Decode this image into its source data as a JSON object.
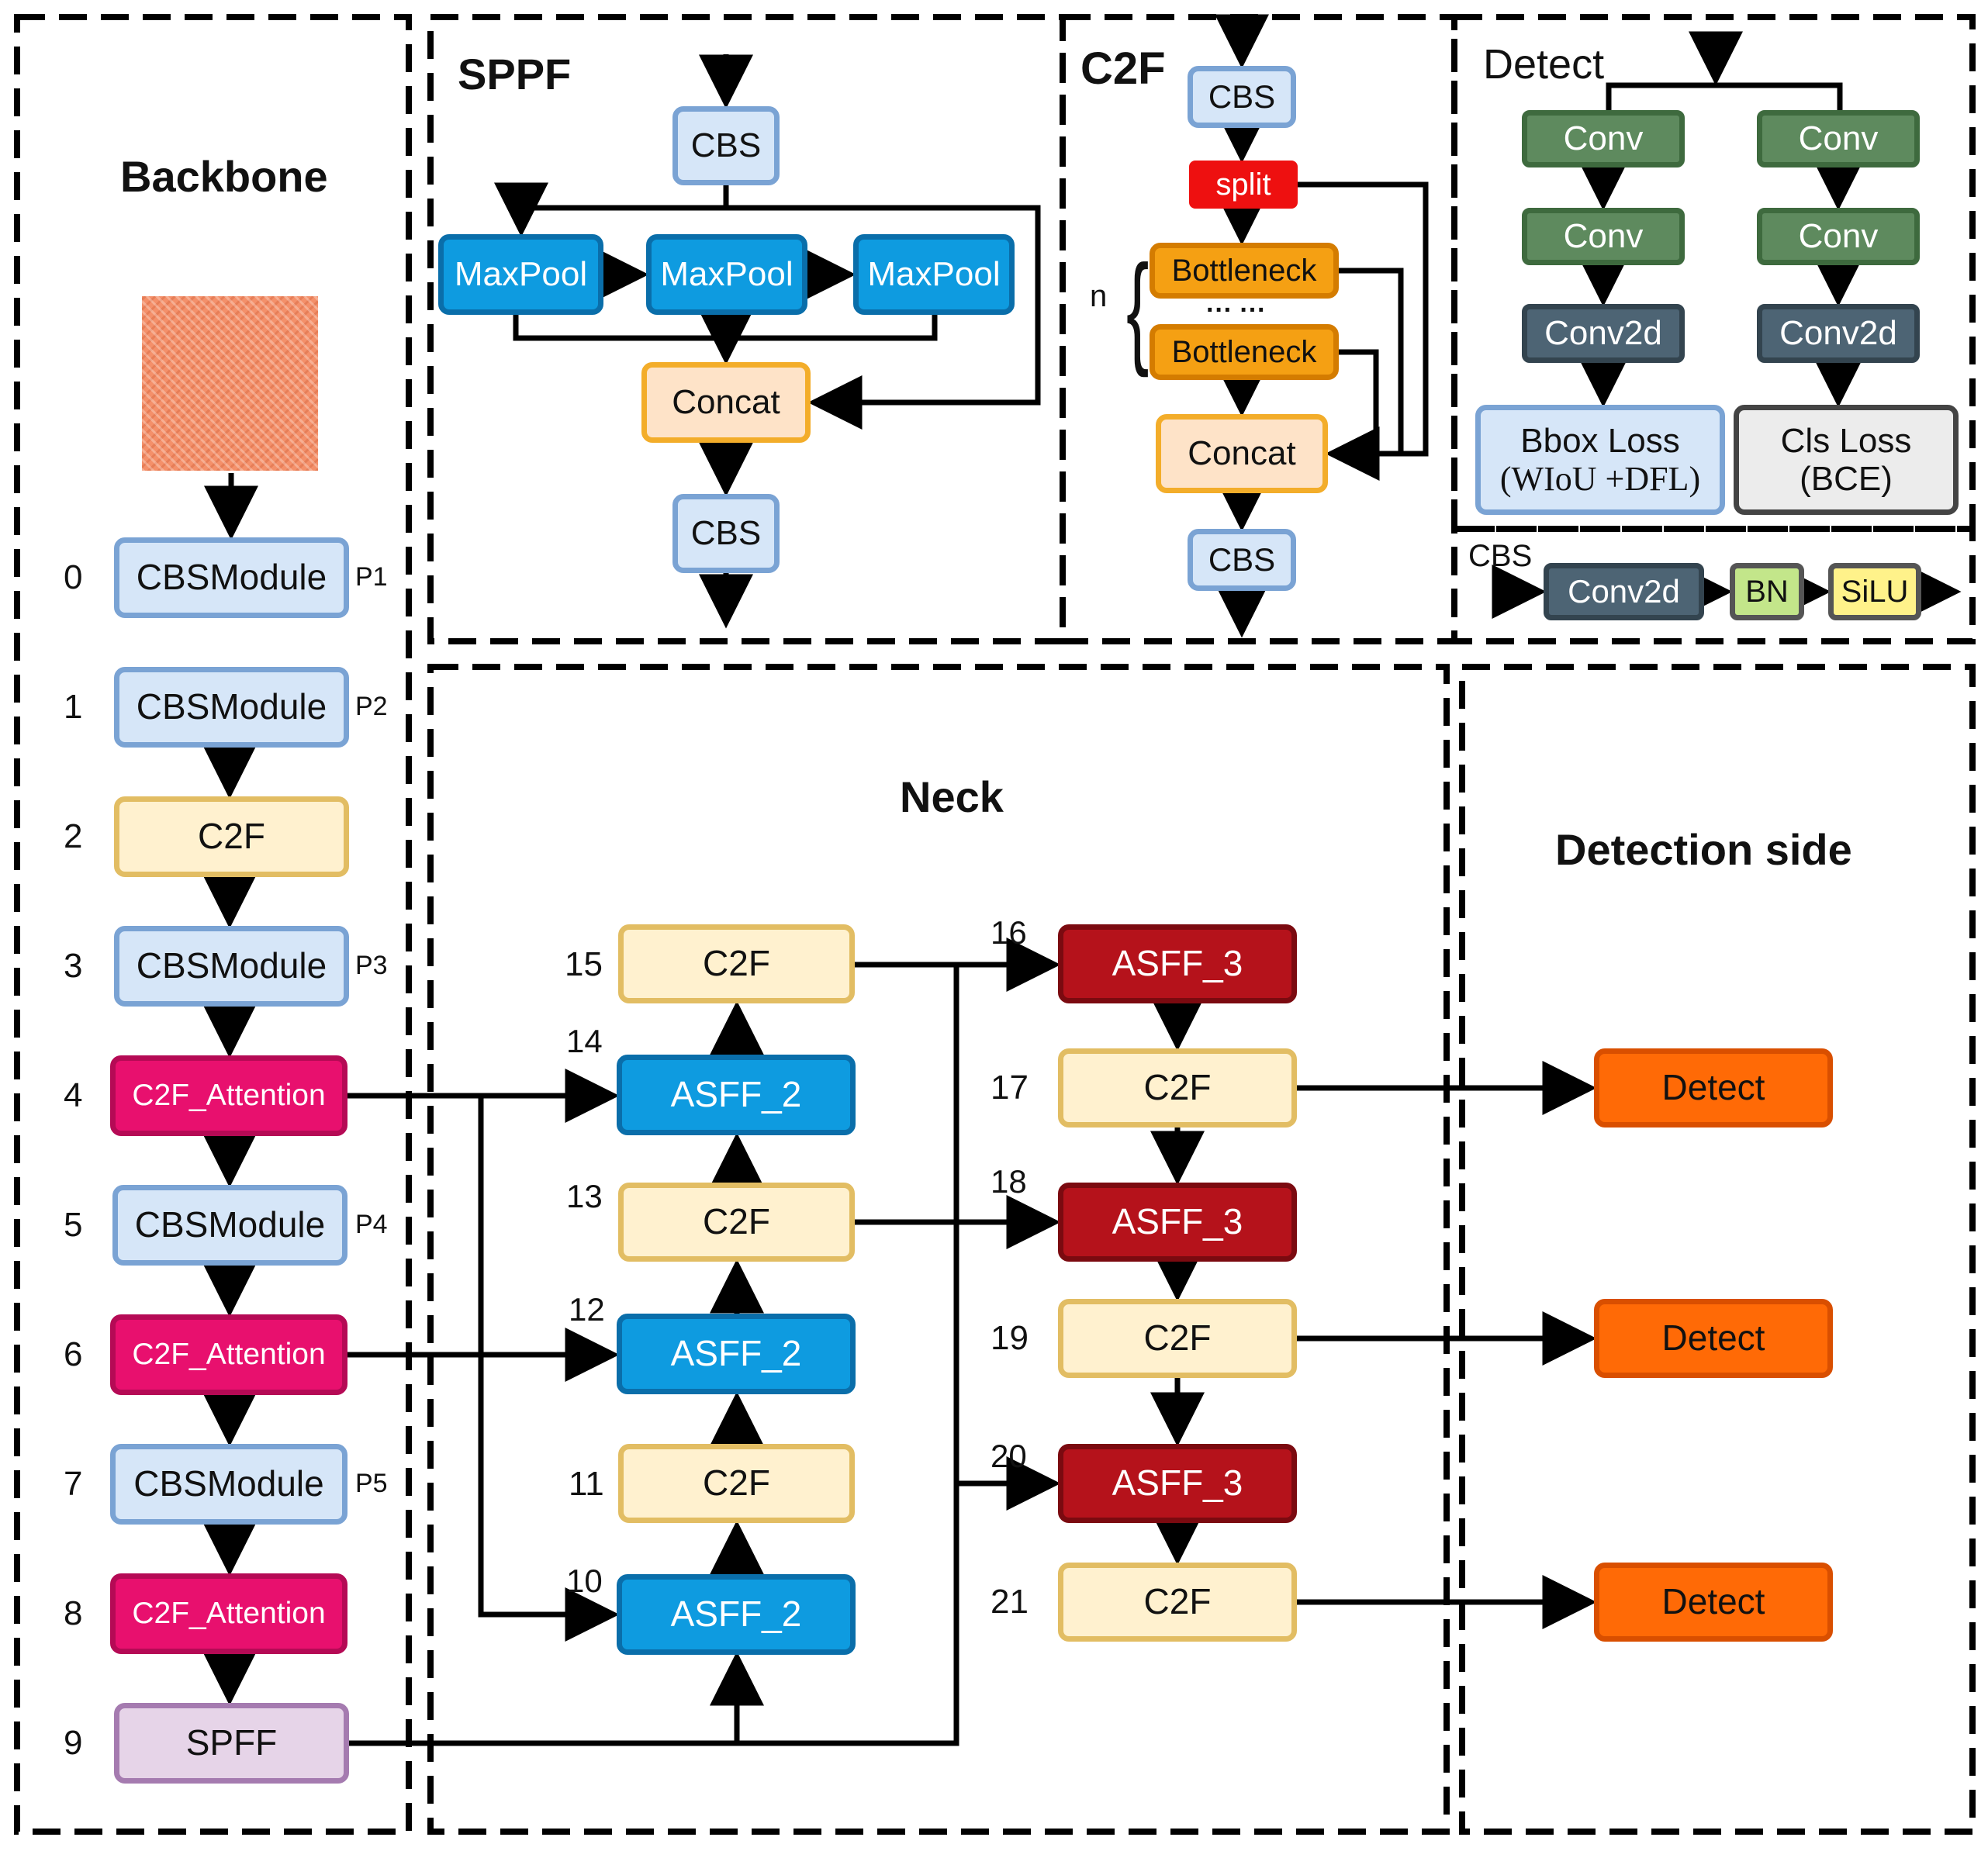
{
  "titles": {
    "backbone": "Backbone",
    "sppf": "SPPF",
    "c2f": "C2F",
    "detect": "Detect",
    "neck": "Neck",
    "detection_side": "Detection side",
    "cbs": "CBS"
  },
  "colors": {
    "cbs_blue": "#d6e6f8",
    "cbs_blue_border": "#7aa3d4",
    "c2f_yellow": "#fff1cf",
    "c2f_yellow_border": "#e2bd63",
    "attention": "#e8106e",
    "attention_border": "#b50a55",
    "asff2": "#0e9be0",
    "asff2_border": "#0a6eaa",
    "asff3": "#b5121b",
    "asff3_border": "#7b0a10",
    "detect_orange": "#ff6a06",
    "detect_orange_border": "#d94f00",
    "spff_lilac": "#e6d4e8",
    "spff_lilac_border": "#a57bb0",
    "conv_green": "#5e8a5e",
    "conv2d_slate": "#4d6474",
    "split_red": "#ee1010",
    "bottleneck_orange": "#f5a013",
    "concat_peach": "#fee3c8",
    "concat_border": "#f3ad2a",
    "bn_green": "#c3e68a",
    "silu_yellow": "#fff28a",
    "input_patch": "#f4906a"
  },
  "backbone": {
    "layers": [
      {
        "index": "0",
        "label": "CBSModule",
        "tag": "P1"
      },
      {
        "index": "1",
        "label": "CBSModule",
        "tag": "P2"
      },
      {
        "index": "2",
        "label": "C2F",
        "tag": ""
      },
      {
        "index": "3",
        "label": "CBSModule",
        "tag": "P3"
      },
      {
        "index": "4",
        "label": "C2F_Attention",
        "tag": ""
      },
      {
        "index": "5",
        "label": "CBSModule",
        "tag": "P4"
      },
      {
        "index": "6",
        "label": "C2F_Attention",
        "tag": ""
      },
      {
        "index": "7",
        "label": "CBSModule",
        "tag": "P5"
      },
      {
        "index": "8",
        "label": "C2F_Attention",
        "tag": ""
      },
      {
        "index": "9",
        "label": "SPFF",
        "tag": ""
      }
    ]
  },
  "neck": {
    "col1": [
      {
        "index": "15",
        "label": "C2F"
      },
      {
        "index": "14",
        "label": "ASFF_2"
      },
      {
        "index": "13",
        "label": "C2F"
      },
      {
        "index": "12",
        "label": "ASFF_2"
      },
      {
        "index": "11",
        "label": "C2F"
      },
      {
        "index": "10",
        "label": "ASFF_2"
      }
    ],
    "col2": [
      {
        "index": "16",
        "label": "ASFF_3"
      },
      {
        "index": "17",
        "label": "C2F"
      },
      {
        "index": "18",
        "label": "ASFF_3"
      },
      {
        "index": "19",
        "label": "C2F"
      },
      {
        "index": "20",
        "label": "ASFF_3"
      },
      {
        "index": "21",
        "label": "C2F"
      }
    ]
  },
  "detection": {
    "heads": [
      "Detect",
      "Detect",
      "Detect"
    ]
  },
  "sppf": {
    "cbs_top": "CBS",
    "maxpools": [
      "MaxPool",
      "MaxPool",
      "MaxPool"
    ],
    "concat": "Concat",
    "cbs_bottom": "CBS"
  },
  "c2f_block": {
    "cbs_top": "CBS",
    "split": "split",
    "bottleneck_1": "Bottleneck",
    "dots": "··· ···",
    "bottleneck_2": "Bottleneck",
    "n_label": "n",
    "concat": "Concat",
    "cbs_bottom": "CBS"
  },
  "detect_block": {
    "conv_left_1": "Conv",
    "conv_left_2": "Conv",
    "conv2d_left": "Conv2d",
    "conv_right_1": "Conv",
    "conv_right_2": "Conv",
    "conv2d_right": "Conv2d",
    "bbox_loss_line1": "Bbox Loss",
    "bbox_loss_line2": "(WIoU +DFL)",
    "cls_loss_line1": "Cls Loss",
    "cls_loss_line2": "(BCE)"
  },
  "cbs_block": {
    "conv2d": "Conv2d",
    "bn": "BN",
    "silu": "SiLU"
  }
}
